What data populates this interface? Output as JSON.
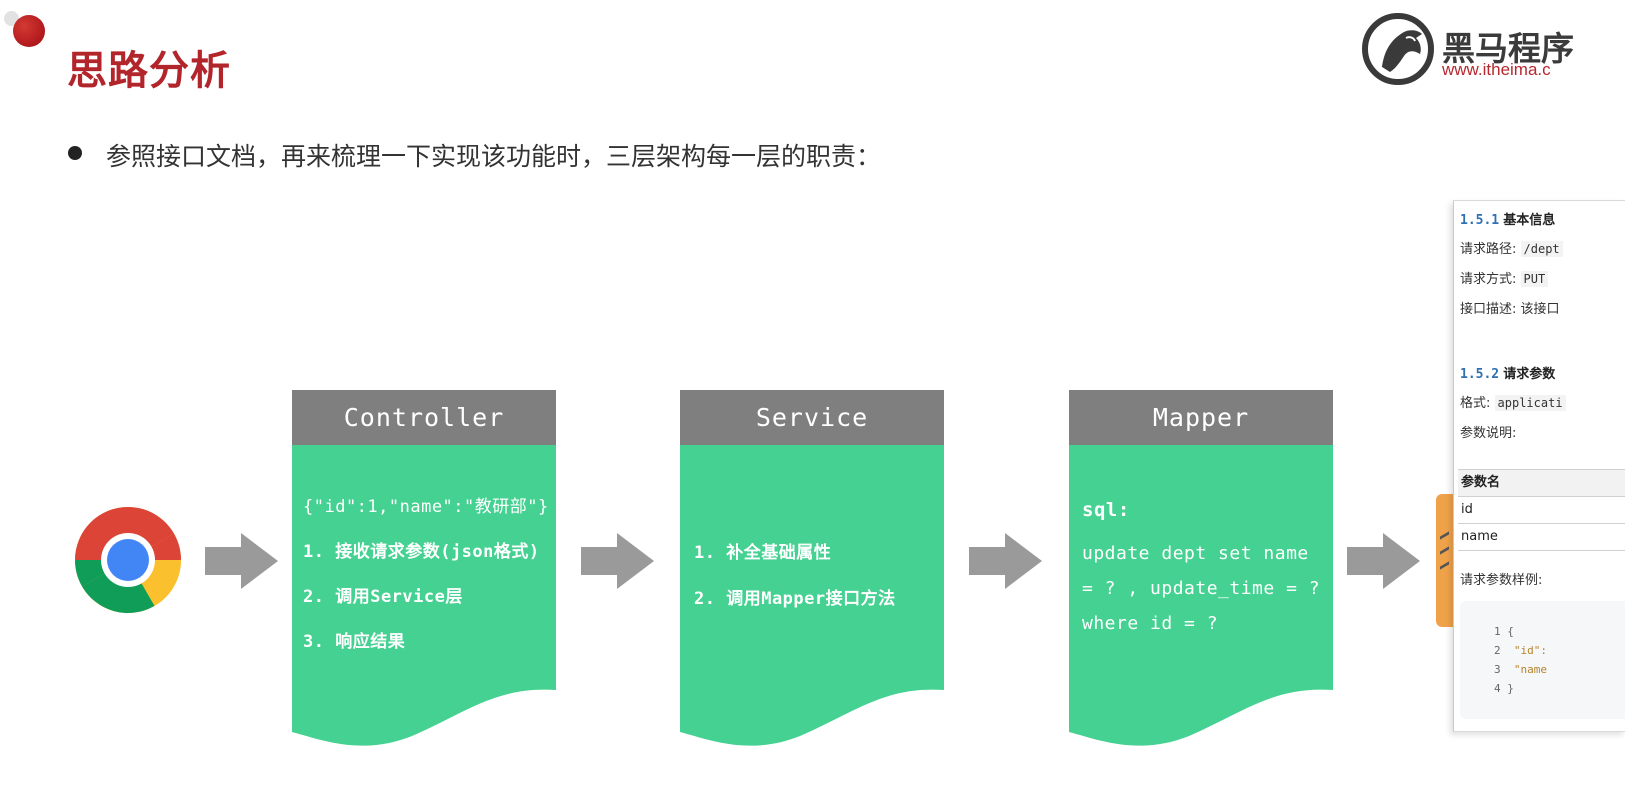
{
  "header": {
    "title": "思路分析",
    "logo_cn": "黑马程序",
    "logo_url": "www.itheima.c"
  },
  "subtitle": "参照接口文档，再来梳理一下实现该功能时，三层架构每一层的职责：",
  "colors": {
    "box_header": "#7f7f7f",
    "box_body": "#44d191",
    "arrow": "#9a9a9a",
    "title": "#b2252b"
  },
  "icons": [
    "chrome-icon",
    "arrow-right-icon"
  ],
  "layers": [
    {
      "name": "Controller",
      "lines": [
        "{\"id\":1,\"name\":\"教研部\"}",
        "1. 接收请求参数(json格式)",
        "2. 调用Service层",
        "3. 响应结果"
      ]
    },
    {
      "name": "Service",
      "lines": [
        "1. 补全基础属性",
        "2. 调用Mapper接口方法"
      ]
    },
    {
      "name": "Mapper",
      "lines": [
        "sql:",
        "update dept set name",
        "= ? , update_time = ?",
        "where id = ?"
      ]
    }
  ],
  "api_doc": {
    "section1_num": "1.5.1",
    "section1_title": "基本信息",
    "path_label": "请求路径:",
    "path_value": "/dept",
    "method_label": "请求方式:",
    "method_value": "PUT",
    "desc_label": "接口描述:",
    "desc_value": "该接口",
    "section2_num": "1.5.2",
    "section2_title": "请求参数",
    "format_label": "格式:",
    "format_value": "applicati",
    "params_label": "参数说明:",
    "table_header": "参数名",
    "table_rows": [
      "id",
      "name"
    ],
    "example_label": "请求参数样例:",
    "code_lines": [
      {
        "num": "1",
        "text": "{"
      },
      {
        "num": "2",
        "text": "  \"id\":"
      },
      {
        "num": "3",
        "text": "  \"name"
      },
      {
        "num": "4",
        "text": "}"
      }
    ]
  }
}
